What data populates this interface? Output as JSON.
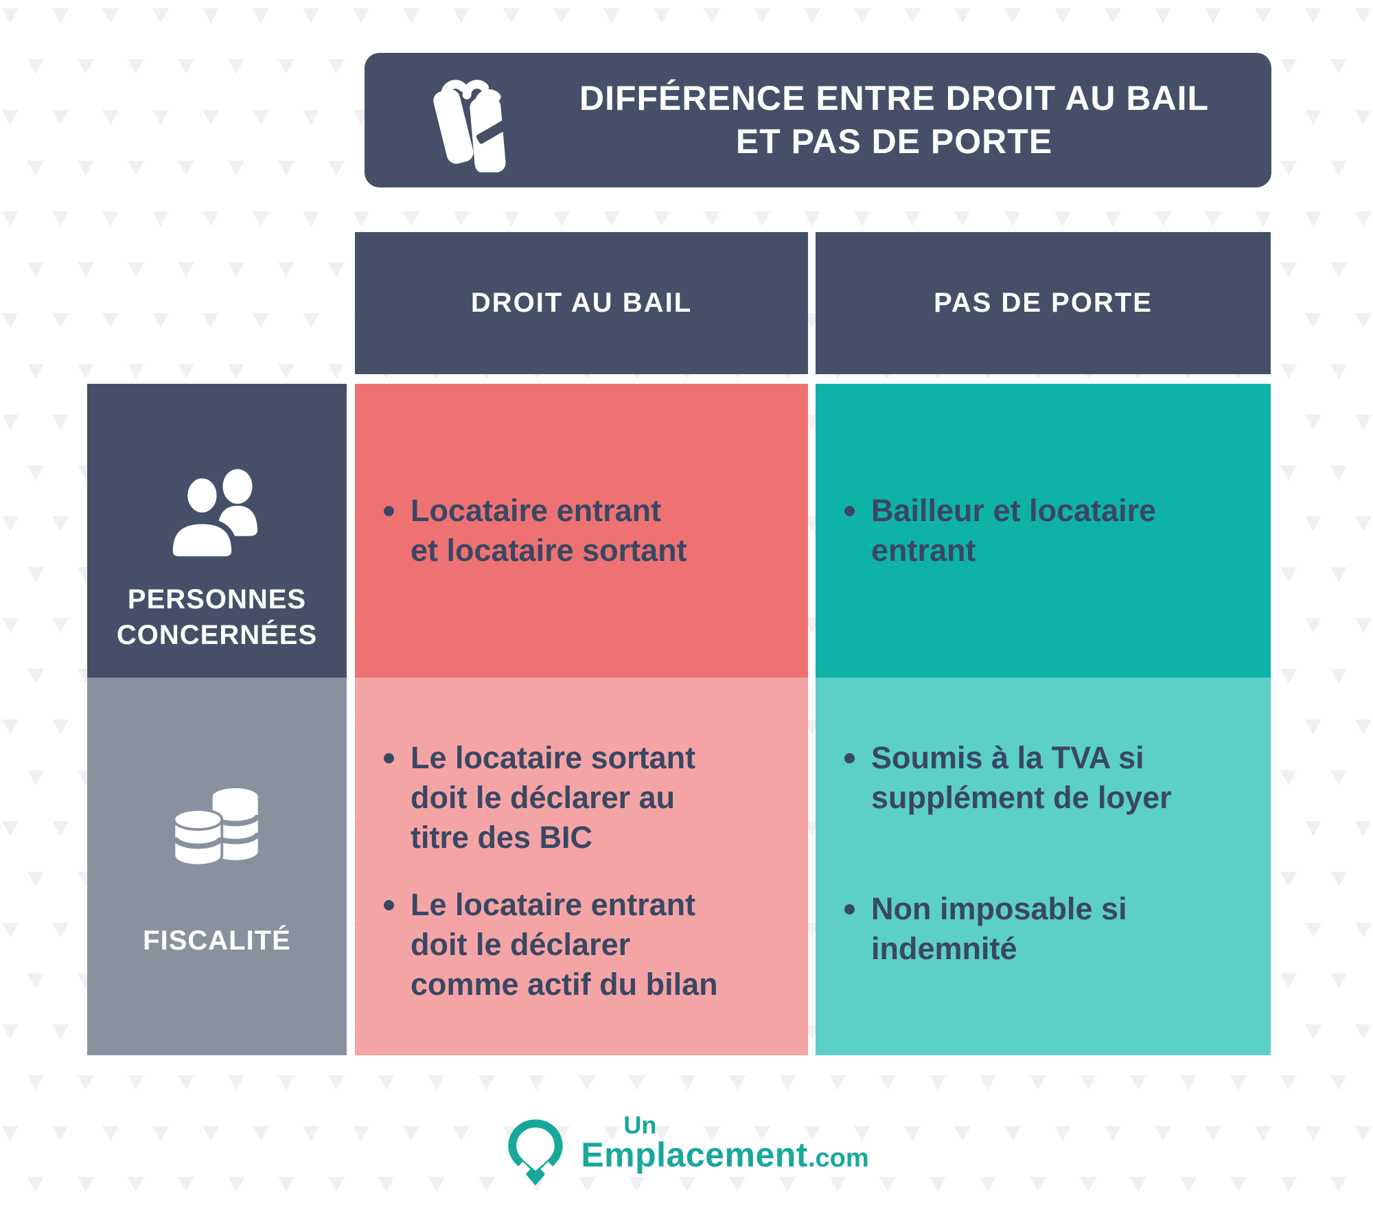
{
  "colors": {
    "navy": "#455068",
    "gray": "#8a919e",
    "red": "#ef7273",
    "pink": "#f4a4a5",
    "teal": "#0fb2a8",
    "tealLight": "#5ccfc7",
    "text": "#394763",
    "triangle": "#f0f0f2",
    "logo": "#17a89b"
  },
  "banner": {
    "icon": "books-icon",
    "title_line1": "DIFFÉRENCE ENTRE DROIT AU BAIL",
    "title_line2": "ET PAS DE PORTE"
  },
  "columns": [
    {
      "label": "DROIT AU BAIL"
    },
    {
      "label": "PAS DE PORTE"
    }
  ],
  "rows": [
    {
      "icon": "people-icon",
      "label_line1": "PERSONNES",
      "label_line2": "CONCERNÉES",
      "droit_au_bail": {
        "items": [
          {
            "lines": [
              "Locataire entrant",
              "et locataire sortant"
            ]
          }
        ]
      },
      "pas_de_porte": {
        "items": [
          {
            "lines": [
              "Bailleur et locataire",
              "entrant"
            ]
          }
        ]
      }
    },
    {
      "icon": "coins-icon",
      "label_line1": "FISCALITÉ",
      "droit_au_bail": {
        "items": [
          {
            "lines": [
              "Le locataire sortant",
              "doit le déclarer au",
              "titre des BIC"
            ]
          },
          {
            "lines": [
              "Le locataire entrant",
              "doit le déclarer",
              "comme actif du bilan"
            ]
          }
        ]
      },
      "pas_de_porte": {
        "items": [
          {
            "lines": [
              "Soumis à la TVA si",
              "supplément de loyer"
            ]
          },
          {
            "lines": [
              "Non imposable si",
              "indemnité"
            ]
          }
        ]
      }
    }
  ],
  "footer": {
    "logo_un": "Un",
    "logo_main": "Emplacement",
    "logo_tld": ".com"
  }
}
